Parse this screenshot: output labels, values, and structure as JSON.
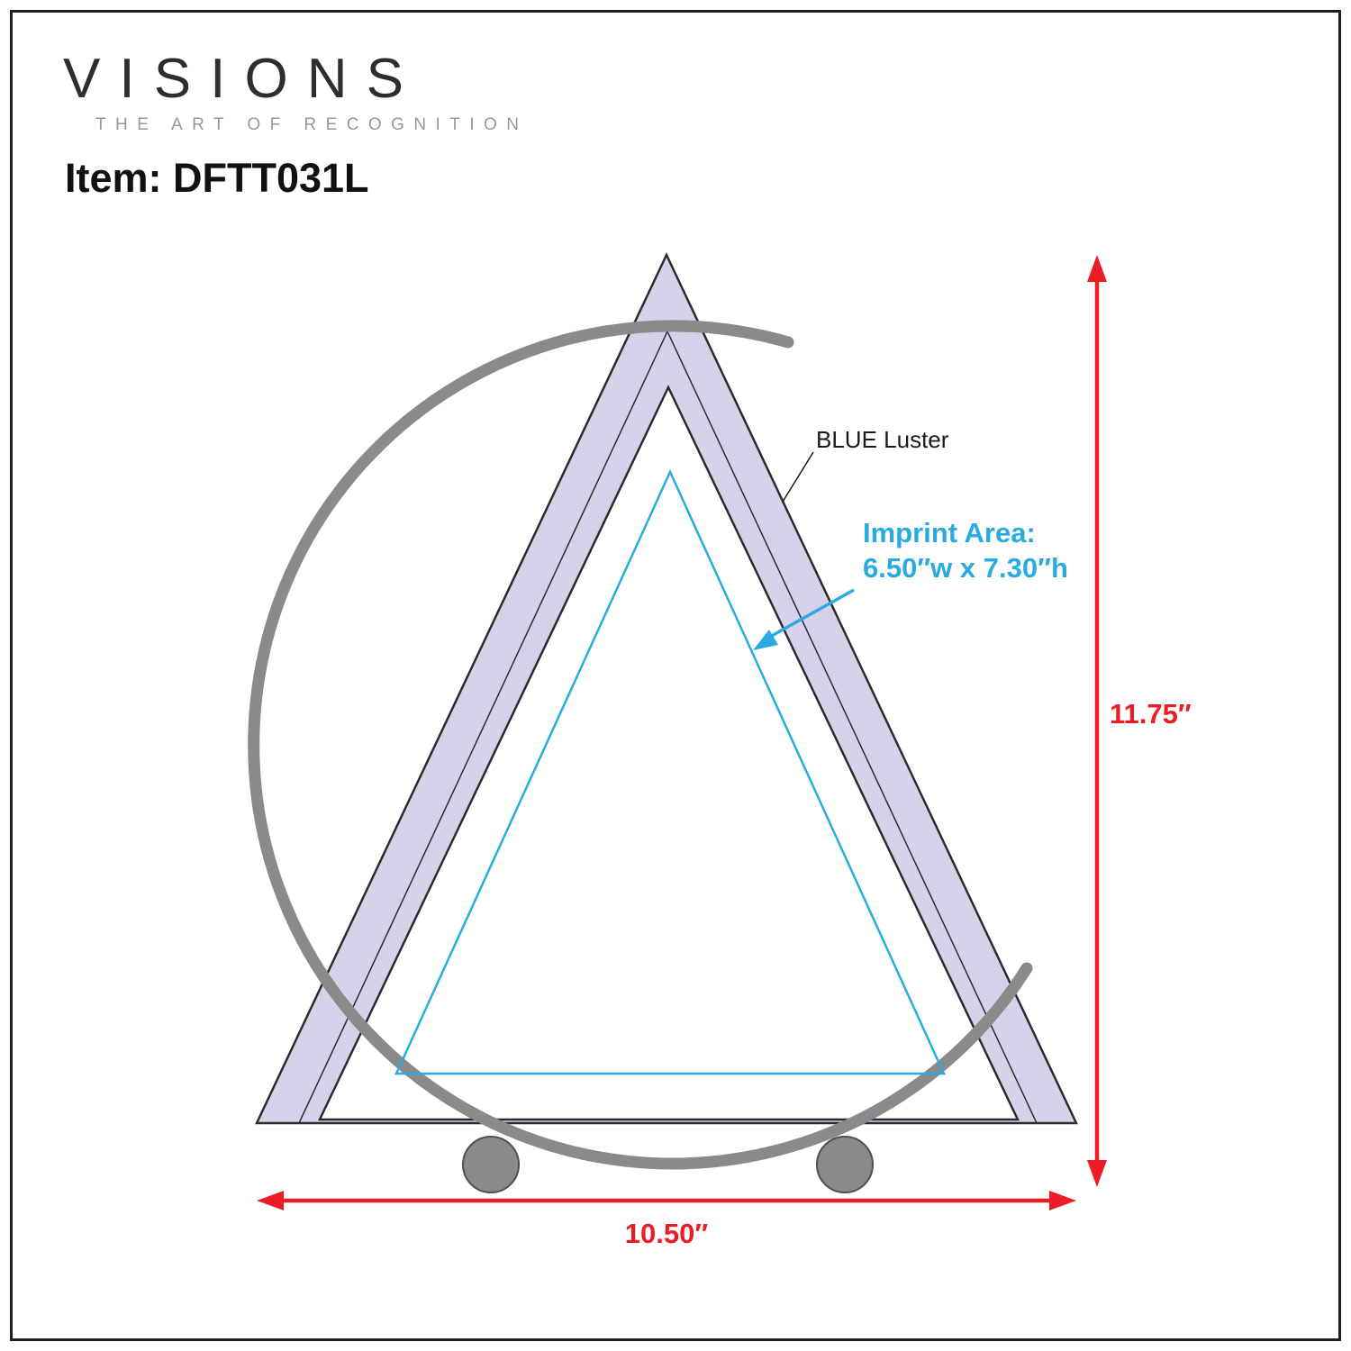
{
  "header": {
    "brand": "VISIONS",
    "tagline": "THE ART OF RECOGNITION",
    "item_label": "Item: DFTT031L"
  },
  "diagram": {
    "material_label": "BLUE Luster",
    "imprint": {
      "title": "Imprint Area:",
      "size": "6.50″w x 7.30″h"
    },
    "dimensions": {
      "height": "11.75″",
      "width": "10.50″"
    },
    "colors": {
      "award_body": "#d8d1ec",
      "outline": "#2b2b2b",
      "metal_gray": "#8a8a8a",
      "metal_edge": "#4f4f4f",
      "imprint_blue": "#29abe2",
      "dimension_red": "#ec1c24"
    }
  }
}
